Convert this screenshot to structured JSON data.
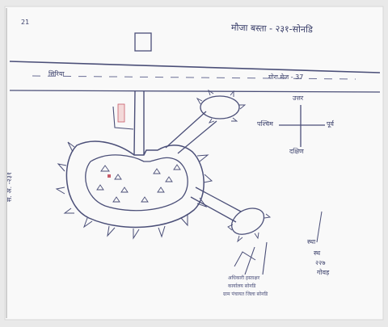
{
  "document": {
    "corner_mark": "21",
    "header_right": "मौजा बस्ता - २३१-सोनडि",
    "road_left": "सिरिया",
    "road_right": "गोरा मेज - 37",
    "left_margin_note": "स. अ. -२३१",
    "compass": {
      "north": "उत्तर",
      "south": "दक्षिण",
      "east": "पूर्व",
      "west": "पश्चिम"
    },
    "right_note_lines": [
      "स्था",
      "स्थ",
      "२२७",
      "गोवड़"
    ],
    "stamp_lines": [
      "अधिकारी हस्ताक्षर",
      "कार्यालय सोनडि",
      "ग्राम पंचायत जिला सोनडि"
    ]
  }
}
